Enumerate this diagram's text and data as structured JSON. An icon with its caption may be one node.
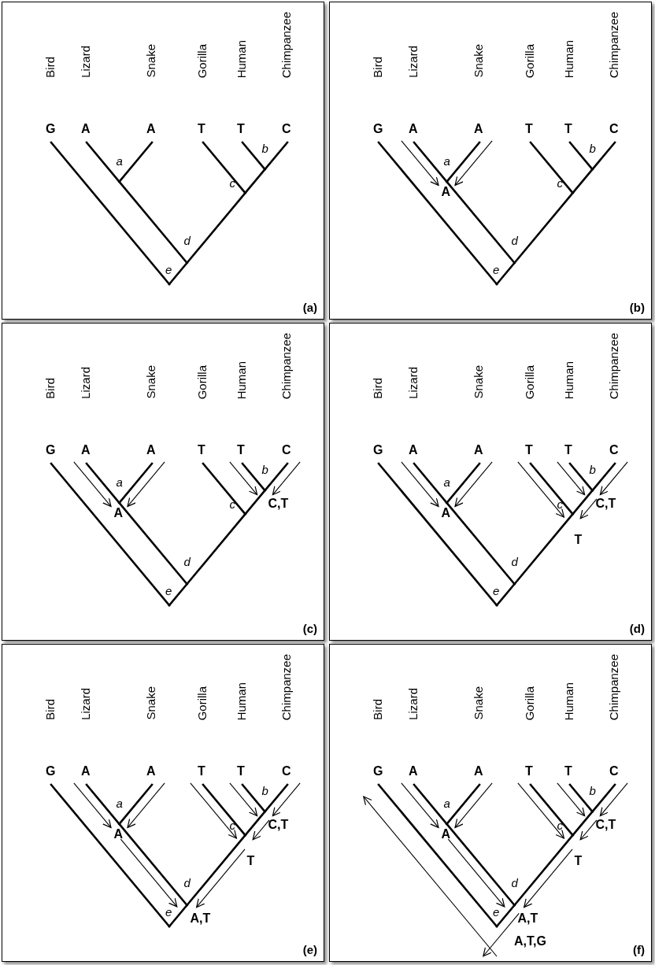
{
  "diagram": {
    "nodes": [
      {
        "text": [
          "(a)"
        ]
      },
      {
        "text": [
          "Bird",
          "G"
        ],
        "in": 0
      },
      {
        "text": [
          "Lizard",
          "A"
        ],
        "in": 0
      },
      {
        "text": [
          "Snake",
          "A"
        ],
        "in": 0
      },
      {
        "text": [
          "Gorilla",
          "T"
        ],
        "in": 0
      },
      {
        "text": [
          "Human",
          "T"
        ],
        "in": 0
      },
      {
        "text": [
          "Chimpanzee",
          "C"
        ],
        "in": 0
      },
      {
        "text": [
          "a"
        ],
        "in": 0
      },
      {
        "text": [
          "b"
        ],
        "in": 0
      },
      {
        "text": [
          "c"
        ],
        "in": 0
      },
      {
        "text": [
          "d"
        ],
        "in": 0
      },
      {
        "text": [
          "e"
        ],
        "in": 0
      },
      {
        "text": [
          "(b)"
        ]
      },
      {
        "text": [
          "Bird",
          "G"
        ],
        "in": 12
      },
      {
        "text": [
          "Lizard",
          "A"
        ],
        "in": 12
      },
      {
        "text": [
          "Snake",
          "A"
        ],
        "in": 12
      },
      {
        "text": [
          "Gorilla",
          "T"
        ],
        "in": 12
      },
      {
        "text": [
          "Human",
          "T"
        ],
        "in": 12
      },
      {
        "text": [
          "Chimpanzee",
          "C"
        ],
        "in": 12
      },
      {
        "text": [
          "a",
          "A"
        ],
        "in": 12
      },
      {
        "text": [
          "b"
        ],
        "in": 12
      },
      {
        "text": [
          "c"
        ],
        "in": 12
      },
      {
        "text": [
          "d"
        ],
        "in": 12
      },
      {
        "text": [
          "e"
        ],
        "in": 12
      },
      {
        "text": [
          "(c)"
        ]
      },
      {
        "text": [
          "Bird",
          "G"
        ],
        "in": 24
      },
      {
        "text": [
          "Lizard",
          "A"
        ],
        "in": 24
      },
      {
        "text": [
          "Snake",
          "A"
        ],
        "in": 24
      },
      {
        "text": [
          "Gorilla",
          "T"
        ],
        "in": 24
      },
      {
        "text": [
          "Human",
          "T"
        ],
        "in": 24
      },
      {
        "text": [
          "Chimpanzee",
          "C"
        ],
        "in": 24
      },
      {
        "text": [
          "a",
          "A"
        ],
        "in": 24
      },
      {
        "text": [
          "b",
          "C,T"
        ],
        "in": 24
      },
      {
        "text": [
          "c"
        ],
        "in": 24
      },
      {
        "text": [
          "d"
        ],
        "in": 24
      },
      {
        "text": [
          "e"
        ],
        "in": 24
      },
      {
        "text": [
          "(d)"
        ]
      },
      {
        "text": [
          "Bird",
          "G"
        ],
        "in": 36
      },
      {
        "text": [
          "Lizard",
          "A"
        ],
        "in": 36
      },
      {
        "text": [
          "Snake",
          "A"
        ],
        "in": 36
      },
      {
        "text": [
          "Gorilla",
          "T"
        ],
        "in": 36
      },
      {
        "text": [
          "Human",
          "T"
        ],
        "in": 36
      },
      {
        "text": [
          "Chimpanzee",
          "C"
        ],
        "in": 36
      },
      {
        "text": [
          "a",
          "A"
        ],
        "in": 36
      },
      {
        "text": [
          "b",
          "C,T"
        ],
        "in": 36
      },
      {
        "text": [
          "c",
          "T"
        ],
        "in": 36
      },
      {
        "text": [
          "d"
        ],
        "in": 36
      },
      {
        "text": [
          "e"
        ],
        "in": 36
      },
      {
        "text": [
          "(e)"
        ]
      },
      {
        "text": [
          "Bird",
          "G"
        ],
        "in": 48
      },
      {
        "text": [
          "Lizard",
          "A"
        ],
        "in": 48
      },
      {
        "text": [
          "Snake",
          "A"
        ],
        "in": 48
      },
      {
        "text": [
          "Gorilla",
          "T"
        ],
        "in": 48
      },
      {
        "text": [
          "Human",
          "T"
        ],
        "in": 48
      },
      {
        "text": [
          "Chimpanzee",
          "C"
        ],
        "in": 48
      },
      {
        "text": [
          "a",
          "A"
        ],
        "in": 48
      },
      {
        "text": [
          "b",
          "C,T"
        ],
        "in": 48
      },
      {
        "text": [
          "c",
          "T"
        ],
        "in": 48
      },
      {
        "text": [
          "d",
          "A,T"
        ],
        "in": 48
      },
      {
        "text": [
          "e"
        ],
        "in": 48
      },
      {
        "text": [
          "(f)"
        ]
      },
      {
        "text": [
          "Bird",
          "G"
        ],
        "in": 60
      },
      {
        "text": [
          "Lizard",
          "A"
        ],
        "in": 60
      },
      {
        "text": [
          "Snake",
          "A"
        ],
        "in": 60
      },
      {
        "text": [
          "Gorilla",
          "T"
        ],
        "in": 60
      },
      {
        "text": [
          "Human",
          "T"
        ],
        "in": 60
      },
      {
        "text": [
          "Chimpanzee",
          "C"
        ],
        "in": 60
      },
      {
        "text": [
          "a",
          "A"
        ],
        "in": 60
      },
      {
        "text": [
          "b",
          "C,T"
        ],
        "in": 60
      },
      {
        "text": [
          "c",
          "T"
        ],
        "in": 60
      },
      {
        "text": [
          "d",
          "A,T"
        ],
        "in": 60
      },
      {
        "text": [
          "e",
          "A,T,G"
        ],
        "in": 60
      }
    ],
    "edges": [
      {
        "from": 1,
        "to": 11,
        "arrow": "none"
      },
      {
        "from": 2,
        "to": 7,
        "arrow": "none"
      },
      {
        "from": 3,
        "to": 7,
        "arrow": "none"
      },
      {
        "from": 7,
        "to": 10,
        "arrow": "none"
      },
      {
        "from": 4,
        "to": 9,
        "arrow": "none"
      },
      {
        "from": 5,
        "to": 8,
        "arrow": "none"
      },
      {
        "from": 6,
        "to": 8,
        "arrow": "none"
      },
      {
        "from": 8,
        "to": 9,
        "arrow": "none"
      },
      {
        "from": 9,
        "to": 10,
        "arrow": "none"
      },
      {
        "from": 10,
        "to": 11,
        "arrow": "none"
      },
      {
        "from": 13,
        "to": 23,
        "arrow": "none"
      },
      {
        "from": 14,
        "to": 19,
        "arrow": "none"
      },
      {
        "from": 15,
        "to": 19,
        "arrow": "none"
      },
      {
        "from": 19,
        "to": 22,
        "arrow": "none"
      },
      {
        "from": 16,
        "to": 21,
        "arrow": "none"
      },
      {
        "from": 17,
        "to": 20,
        "arrow": "none"
      },
      {
        "from": 18,
        "to": 20,
        "arrow": "none"
      },
      {
        "from": 20,
        "to": 21,
        "arrow": "none"
      },
      {
        "from": 21,
        "to": 22,
        "arrow": "none"
      },
      {
        "from": 22,
        "to": 23,
        "arrow": "none"
      },
      {
        "from": 25,
        "to": 35,
        "arrow": "none"
      },
      {
        "from": 26,
        "to": 31,
        "arrow": "none"
      },
      {
        "from": 27,
        "to": 31,
        "arrow": "none"
      },
      {
        "from": 31,
        "to": 34,
        "arrow": "none"
      },
      {
        "from": 28,
        "to": 33,
        "arrow": "none"
      },
      {
        "from": 29,
        "to": 32,
        "arrow": "none"
      },
      {
        "from": 30,
        "to": 32,
        "arrow": "none"
      },
      {
        "from": 32,
        "to": 33,
        "arrow": "none"
      },
      {
        "from": 33,
        "to": 34,
        "arrow": "none"
      },
      {
        "from": 34,
        "to": 35,
        "arrow": "none"
      },
      {
        "from": 37,
        "to": 47,
        "arrow": "none"
      },
      {
        "from": 38,
        "to": 43,
        "arrow": "none"
      },
      {
        "from": 39,
        "to": 43,
        "arrow": "none"
      },
      {
        "from": 43,
        "to": 46,
        "arrow": "none"
      },
      {
        "from": 40,
        "to": 45,
        "arrow": "none"
      },
      {
        "from": 41,
        "to": 44,
        "arrow": "none"
      },
      {
        "from": 42,
        "to": 44,
        "arrow": "none"
      },
      {
        "from": 44,
        "to": 45,
        "arrow": "none"
      },
      {
        "from": 45,
        "to": 46,
        "arrow": "none"
      },
      {
        "from": 46,
        "to": 47,
        "arrow": "none"
      },
      {
        "from": 49,
        "to": 59,
        "arrow": "none"
      },
      {
        "from": 50,
        "to": 55,
        "arrow": "none"
      },
      {
        "from": 51,
        "to": 55,
        "arrow": "none"
      },
      {
        "from": 55,
        "to": 58,
        "arrow": "none"
      },
      {
        "from": 52,
        "to": 57,
        "arrow": "none"
      },
      {
        "from": 53,
        "to": 56,
        "arrow": "none"
      },
      {
        "from": 54,
        "to": 56,
        "arrow": "none"
      },
      {
        "from": 56,
        "to": 57,
        "arrow": "none"
      },
      {
        "from": 57,
        "to": 58,
        "arrow": "none"
      },
      {
        "from": 58,
        "to": 59,
        "arrow": "none"
      },
      {
        "from": 61,
        "to": 71,
        "arrow": "none"
      },
      {
        "from": 62,
        "to": 67,
        "arrow": "none"
      },
      {
        "from": 63,
        "to": 67,
        "arrow": "none"
      },
      {
        "from": 67,
        "to": 70,
        "arrow": "none"
      },
      {
        "from": 64,
        "to": 69,
        "arrow": "none"
      },
      {
        "from": 65,
        "to": 68,
        "arrow": "none"
      },
      {
        "from": 66,
        "to": 68,
        "arrow": "none"
      },
      {
        "from": 68,
        "to": 69,
        "arrow": "none"
      },
      {
        "from": 69,
        "to": 70,
        "arrow": "none"
      },
      {
        "from": 70,
        "to": 71,
        "arrow": "none"
      },
      {
        "from": 14,
        "to": 19,
        "arrow": "to"
      },
      {
        "from": 15,
        "to": 19,
        "arrow": "to"
      },
      {
        "from": 26,
        "to": 31,
        "arrow": "to"
      },
      {
        "from": 27,
        "to": 31,
        "arrow": "to"
      },
      {
        "from": 29,
        "to": 32,
        "arrow": "to"
      },
      {
        "from": 30,
        "to": 32,
        "arrow": "to"
      },
      {
        "from": 38,
        "to": 43,
        "arrow": "to"
      },
      {
        "from": 39,
        "to": 43,
        "arrow": "to"
      },
      {
        "from": 41,
        "to": 44,
        "arrow": "to"
      },
      {
        "from": 42,
        "to": 44,
        "arrow": "to"
      },
      {
        "from": 40,
        "to": 45,
        "arrow": "to"
      },
      {
        "from": 44,
        "to": 45,
        "arrow": "to"
      },
      {
        "from": 50,
        "to": 55,
        "arrow": "to"
      },
      {
        "from": 51,
        "to": 55,
        "arrow": "to"
      },
      {
        "from": 53,
        "to": 56,
        "arrow": "to"
      },
      {
        "from": 54,
        "to": 56,
        "arrow": "to"
      },
      {
        "from": 52,
        "to": 57,
        "arrow": "to"
      },
      {
        "from": 56,
        "to": 57,
        "arrow": "to"
      },
      {
        "from": 55,
        "to": 58,
        "arrow": "to"
      },
      {
        "from": 57,
        "to": 58,
        "arrow": "to"
      },
      {
        "from": 62,
        "to": 67,
        "arrow": "to"
      },
      {
        "from": 63,
        "to": 67,
        "arrow": "to"
      },
      {
        "from": 65,
        "to": 68,
        "arrow": "to"
      },
      {
        "from": 66,
        "to": 68,
        "arrow": "to"
      },
      {
        "from": 64,
        "to": 69,
        "arrow": "to"
      },
      {
        "from": 68,
        "to": 69,
        "arrow": "to"
      },
      {
        "from": 67,
        "to": 70,
        "arrow": "to"
      },
      {
        "from": 69,
        "to": 70,
        "arrow": "to"
      },
      {
        "from": 70,
        "to": 71,
        "arrow": "to"
      },
      {
        "from": 71,
        "to": 61,
        "arrow": "to"
      }
    ]
  }
}
